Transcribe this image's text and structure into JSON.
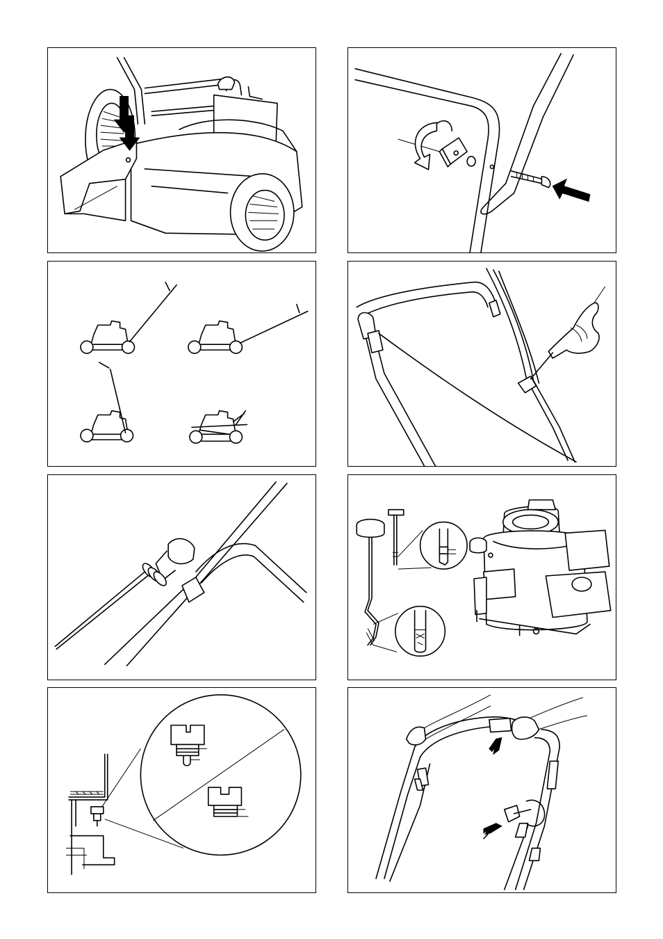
{
  "page": {
    "background": "#ffffff",
    "line_color": "#000000"
  },
  "figures": [
    {
      "id": "fig-1",
      "subject": "grass-catcher-attach"
    },
    {
      "id": "fig-2",
      "subject": "handle-bolt-and-knob"
    },
    {
      "id": "fig-3",
      "subject": "handle-height-positions"
    },
    {
      "id": "fig-4",
      "subject": "starter-cable-guide"
    },
    {
      "id": "fig-5",
      "subject": "cable-guide-on-handle"
    },
    {
      "id": "fig-6",
      "subject": "engine-oil-dipstick"
    },
    {
      "id": "fig-7",
      "subject": "spark-plug-gap"
    },
    {
      "id": "fig-8",
      "subject": "operating-handle-controls"
    }
  ]
}
